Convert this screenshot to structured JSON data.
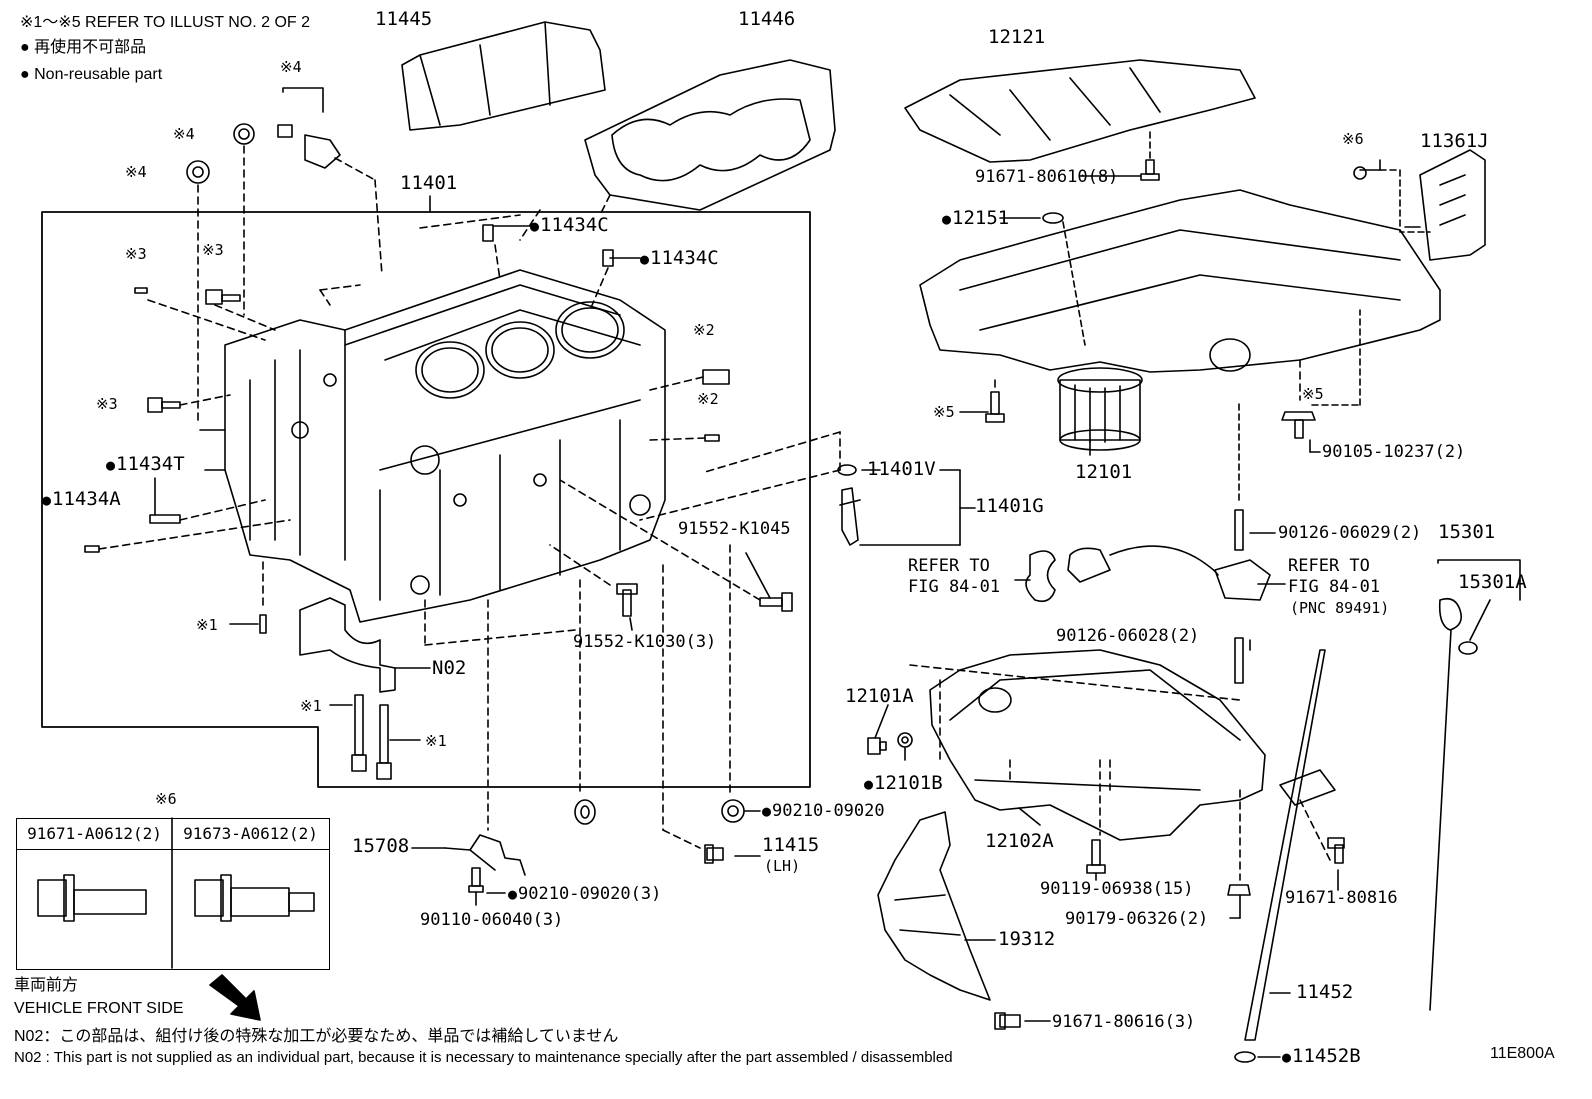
{
  "header": {
    "refer_note": "※1～※5 REFER TO ILLUST NO. 2 OF 2",
    "legend_jp": "● 再使用不可部品",
    "legend_en": "● Non-reusable part"
  },
  "footer": {
    "front_jp": "車両前方",
    "front_en": "VEHICLE FRONT SIDE",
    "n02_jp": "N02：この部品は、組付け後の特殊な加工が必要なため、単品では補給していません",
    "n02_en": "N02 : This part is not supplied as an individual part, because it is necessary to maintenance specially after the part assembled / disassembled",
    "illust_code": "11E800A"
  },
  "table": {
    "mark": "※6",
    "col1": "91671-A0612(2)",
    "col2": "91673-A0612(2)"
  },
  "labels": {
    "p11445": "11445",
    "p11446": "11446",
    "p12121": "12121",
    "p11401": "11401",
    "p11434C_a": "11434C",
    "p11434C_b": "11434C",
    "p11434T": "11434T",
    "p11434A": "11434A",
    "p11361J": "11361J",
    "p12151": "12151",
    "p91671_80610": "91671-80610(8)",
    "p12101": "12101",
    "p90105": "90105-10237(2)",
    "p11401V": "11401V",
    "p11401G": "11401G",
    "refer1a": "REFER TO",
    "refer1b": "FIG 84-01",
    "refer2a": "REFER TO",
    "refer2b": "FIG 84-01",
    "pnc": "(PNC 89491)",
    "p90126_06029": "90126-06029(2)",
    "p15301": "15301",
    "p15301A": "15301A",
    "p91552_K1045": "91552-K1045",
    "p91552_K1030": "91552-K1030(3)",
    "pN02": "N02",
    "p90126_06028": "90126-06028(2)",
    "p12101A": "12101A",
    "p12101B": "12101B",
    "p12102A": "12102A",
    "p90210_09020": "90210-09020",
    "p11415": "11415",
    "lh": "(LH)",
    "p15708": "15708",
    "p90110": "90110-06040(3)",
    "p90210_3": "90210-09020(3)",
    "p90119": "90119-06938(15)",
    "p90179": "90179-06326(2)",
    "p91671_80816": "91671-80816",
    "p19312": "19312",
    "p11452": "11452",
    "p91671_80616": "91671-80616(3)",
    "p11452B": "11452B",
    "m4a": "※4",
    "m4b": "※4",
    "m4c": "※4",
    "m3a": "※3",
    "m3b": "※3",
    "m3c": "※3",
    "m2a": "※2",
    "m2b": "※2",
    "m1a": "※1",
    "m1b": "※1",
    "m1c": "※1",
    "m5a": "※5",
    "m5b": "※5",
    "m6": "※6"
  }
}
